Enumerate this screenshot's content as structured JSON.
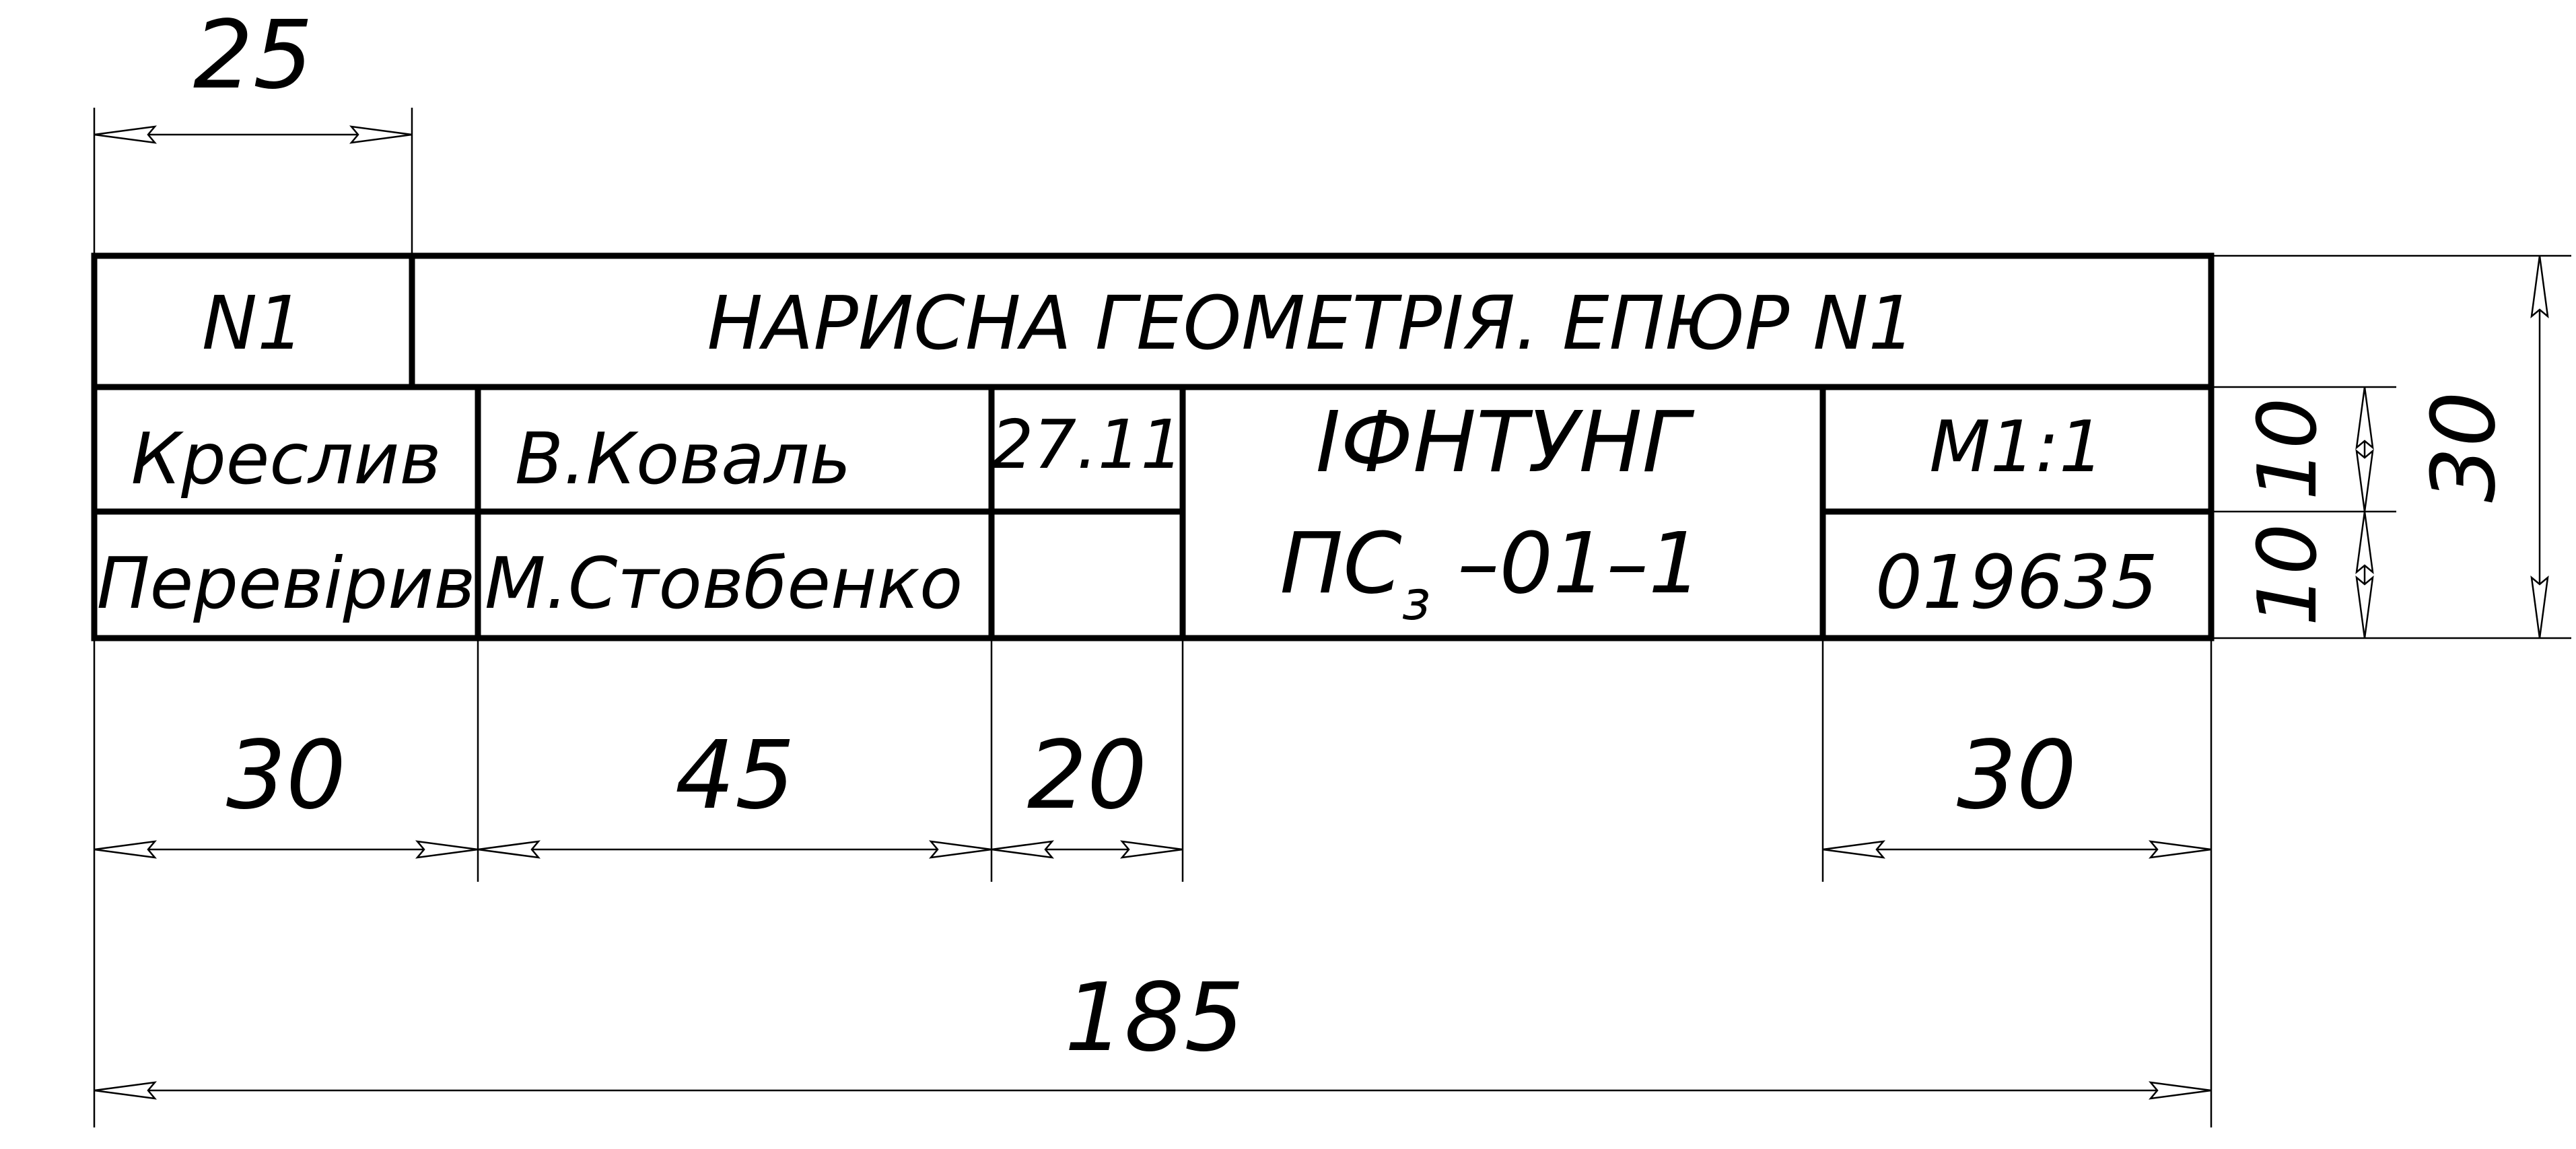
{
  "title_block": {
    "sheet_code": "N1",
    "title": "НАРИСНА ГЕОМЕТРІЯ. ЕПЮР N1",
    "drawn_label": "Креслив",
    "drawn_name": "В.Коваль",
    "drawn_date": "27.11",
    "checked_label": "Перевірив",
    "checked_name": "М.Стовбенко",
    "checked_date": "",
    "organization": "ІФНТУНГ",
    "group_main": "ПС",
    "group_sub": "з",
    "group_rest": " –01–1",
    "scale": "М1:1",
    "doc_number": "019635"
  },
  "dimensions": {
    "top_first_col": "25",
    "bottom_col1": "30",
    "bottom_col2": "45",
    "bottom_col3": "20",
    "bottom_last_col": "30",
    "bottom_total": "185",
    "right_row1": "10",
    "right_row2": "10",
    "right_total": "30"
  }
}
